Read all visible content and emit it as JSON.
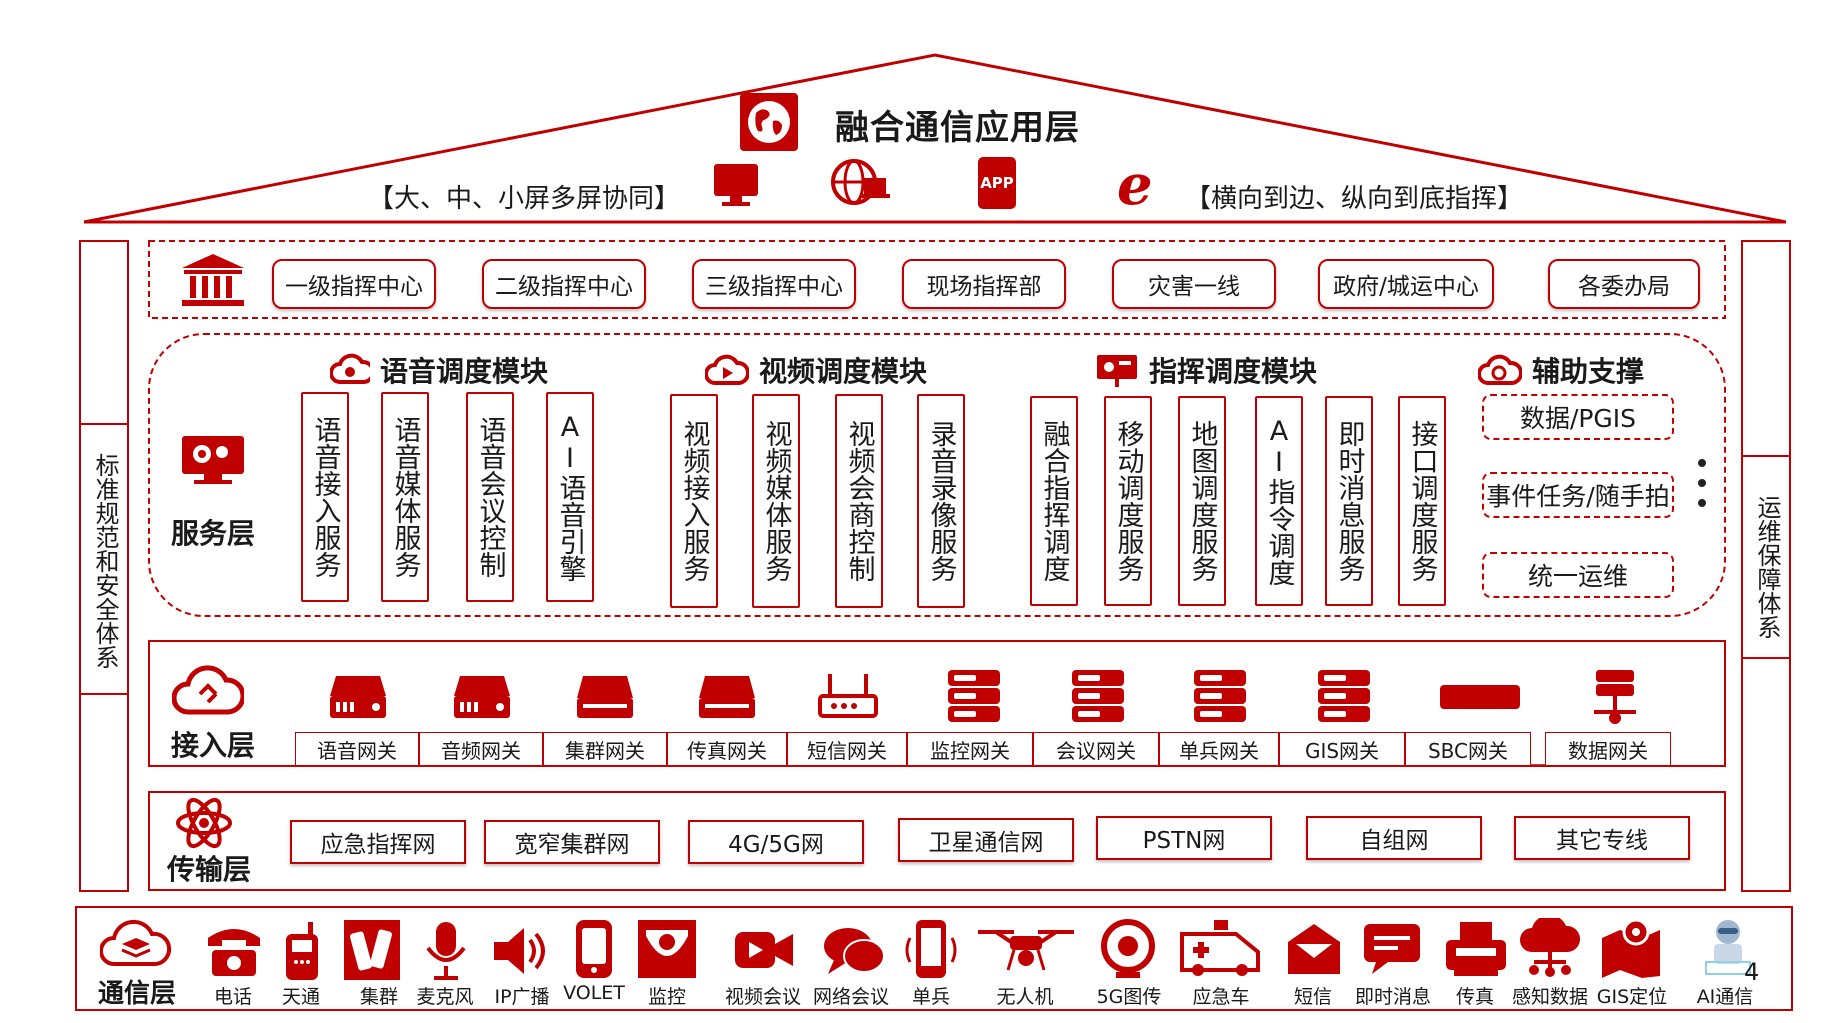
{
  "app_layer": {
    "title": "融合通信应用层",
    "left_text": "【大、中、小屏多屏协同】",
    "right_text": "【横向到边、纵向到底指挥】",
    "app_icon_text": "APP"
  },
  "command_centers": [
    "一级指挥中心",
    "二级指挥中心",
    "三级指挥中心",
    "现场指挥部",
    "灾害一线",
    "政府/城运中心",
    "各委办局"
  ],
  "service_layer": {
    "label": "服务层",
    "modules": [
      {
        "title": "语音调度模块",
        "items": [
          "语音接入服务",
          "语音媒体服务",
          "语音会议控制",
          "AI语音引擎"
        ]
      },
      {
        "title": "视频调度模块",
        "items": [
          "视频接入服务",
          "视频媒体服务",
          "视频会商控制",
          "录音录像服务"
        ]
      },
      {
        "title": "指挥调度模块",
        "items": [
          "融合指挥调度",
          "移动调度服务",
          "地图调度服务",
          "AI指令调度",
          "即时消息服务",
          "接口调度服务"
        ]
      }
    ],
    "aux": {
      "title": "辅助支撑",
      "items": [
        "数据/PGIS",
        "事件任务/随手拍",
        "统一运维"
      ]
    }
  },
  "access_layer": {
    "label": "接入层",
    "gateways": [
      "语音网关",
      "音频网关",
      "集群网关",
      "传真网关",
      "短信网关",
      "监控网关",
      "会议网关",
      "单兵网关",
      "GIS网关",
      "SBC网关",
      "数据网关"
    ]
  },
  "transport_layer": {
    "label": "传输层",
    "networks": [
      "应急指挥网",
      "宽窄集群网",
      "4G/5G网",
      "卫星通信网",
      "PSTN网",
      "自组网",
      "其它专线"
    ]
  },
  "comm_layer": {
    "label": "通信层",
    "devices": [
      "电话",
      "天通",
      "集群",
      "麦克风",
      "IP广播",
      "VOLET",
      "监控",
      "视频会议",
      "网络会议",
      "单兵",
      "无人机",
      "5G图传",
      "应急车",
      "短信",
      "即时消息",
      "传真",
      "感知数据",
      "GIS定位",
      "AI通信"
    ]
  },
  "side_left": "标准规范和安全体系",
  "side_right": "运维保障体系",
  "page_number": "4",
  "colors": {
    "accent": "#c00000"
  }
}
